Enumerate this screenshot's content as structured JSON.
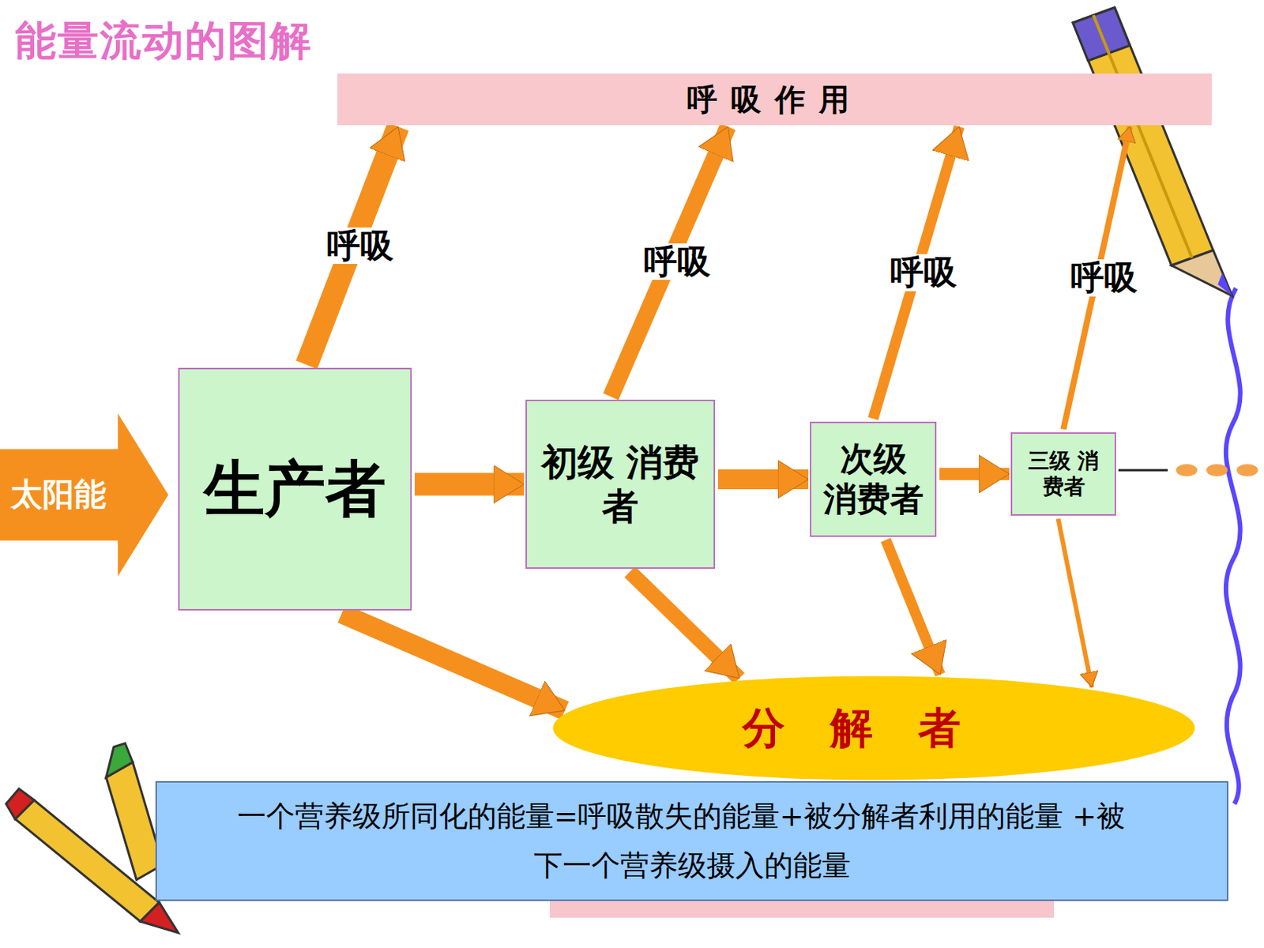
{
  "diagram": {
    "title": "能量流动的图解",
    "nodes": [
      {
        "text": [
          "呼吸作用"
        ]
      },
      {
        "text": [
          "太阳能"
        ]
      },
      {
        "text": [
          "生产者"
        ]
      },
      {
        "text": [
          "初级 消费者"
        ]
      },
      {
        "text": [
          "次级 消费者"
        ]
      },
      {
        "text": [
          "三级 消费者"
        ]
      },
      {
        "text": [
          "分解者"
        ]
      },
      {
        "text": [
          "一个营养级所同化的能量=呼吸散失的能量+被分解者利用的能量 +被下一个营养级摄入的能量"
        ]
      }
    ],
    "edges": [
      {
        "from": 2,
        "to": 3,
        "arrow": "to"
      },
      {
        "from": 3,
        "to": 4,
        "arrow": "to"
      },
      {
        "from": 4,
        "to": 5,
        "arrow": "to"
      },
      {
        "from": 2,
        "to": 6,
        "arrow": "to"
      },
      {
        "from": 3,
        "to": 6,
        "arrow": "to"
      },
      {
        "from": 4,
        "to": 6,
        "arrow": "to"
      },
      {
        "from": 5,
        "to": 6,
        "arrow": "to"
      },
      {
        "from": 2,
        "to": 0,
        "label": "呼吸",
        "arrow": "to"
      },
      {
        "from": 3,
        "to": 0,
        "label": "呼吸",
        "arrow": "to"
      },
      {
        "from": 4,
        "to": 0,
        "label": "呼吸",
        "arrow": "to"
      },
      {
        "from": 5,
        "to": 0,
        "label": "呼吸",
        "arrow": "to"
      }
    ]
  }
}
